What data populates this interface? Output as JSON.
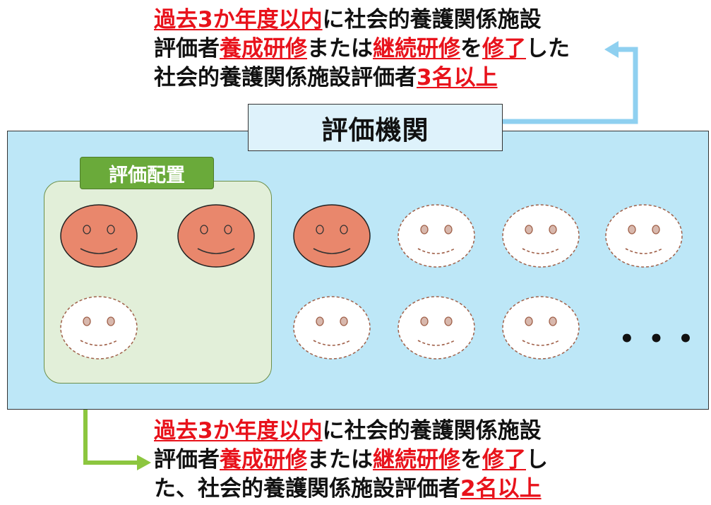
{
  "top_caption": {
    "lines": [
      [
        {
          "text": "過去3か年度以内",
          "hl": true
        },
        {
          "text": "に社会的養護関係施設",
          "hl": false
        }
      ],
      [
        {
          "text": "評価者",
          "hl": false
        },
        {
          "text": "養成研修",
          "hl": true
        },
        {
          "text": "または",
          "hl": false
        },
        {
          "text": "継続研修",
          "hl": true
        },
        {
          "text": "を",
          "hl": false
        },
        {
          "text": "修了",
          "hl": true
        },
        {
          "text": "した",
          "hl": false
        }
      ],
      [
        {
          "text": "社会的養護関係施設評価者",
          "hl": false
        },
        {
          "text": "3名以上",
          "hl": true
        }
      ]
    ]
  },
  "org_title": "評価機関",
  "placement_label": "評価配置",
  "ellipsis": "• • •",
  "faces": [
    {
      "state": "trained",
      "group": "placement"
    },
    {
      "state": "trained",
      "group": "placement"
    },
    {
      "state": "untrained",
      "group": "placement"
    },
    {
      "state": "trained",
      "group": "organization"
    },
    {
      "state": "untrained",
      "group": "organization"
    },
    {
      "state": "untrained",
      "group": "organization"
    },
    {
      "state": "untrained",
      "group": "organization"
    },
    {
      "state": "untrained",
      "group": "organization"
    },
    {
      "state": "untrained",
      "group": "organization"
    },
    {
      "state": "untrained",
      "group": "organization"
    }
  ],
  "bottom_caption": {
    "lines": [
      [
        {
          "text": "過去3か年度以内",
          "hl": true
        },
        {
          "text": "に社会的養護関係施設",
          "hl": false
        }
      ],
      [
        {
          "text": "評価者",
          "hl": false
        },
        {
          "text": "養成研修",
          "hl": true
        },
        {
          "text": "または",
          "hl": false
        },
        {
          "text": "継続研修",
          "hl": true
        },
        {
          "text": "を",
          "hl": false
        },
        {
          "text": "修了",
          "hl": true
        },
        {
          "text": "し",
          "hl": false
        }
      ],
      [
        {
          "text": "た、社会的養護関係施設評価者",
          "hl": false
        },
        {
          "text": "2名以上",
          "hl": true
        }
      ]
    ]
  },
  "colors": {
    "highlight": "#e8121b",
    "panel": "#bde7f7",
    "title_box": "#def2fb",
    "placement_group": "#e2efd9",
    "placement_label": "#6aaa3a",
    "face_trained": "#e9876c",
    "face_untrained": "#ffffff",
    "arrow_top": "#8fd0f0",
    "arrow_bottom": "#8cc63f"
  }
}
